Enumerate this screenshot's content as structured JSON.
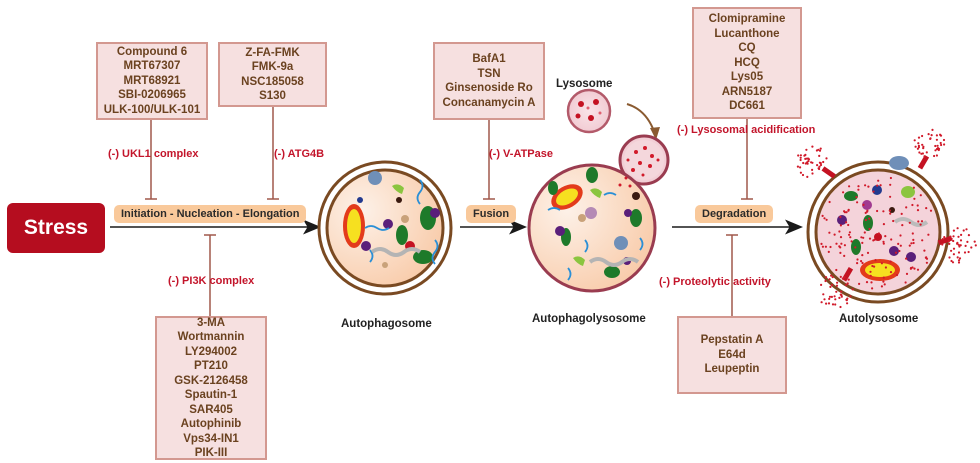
{
  "stress": {
    "label": "Stress"
  },
  "stages": {
    "initiation": "Initiation - Nucleation - Elongation",
    "fusion": "Fusion",
    "degradation": "Degradation"
  },
  "structures": {
    "autophagosome": "Autophagosome",
    "autophagolysosome": "Autophagolysosome",
    "autolysosome": "Autolysosome",
    "lysosome": "Lysosome"
  },
  "targets": {
    "ulk1": "(-) UKL1 complex",
    "atg4b": "(-) ATG4B",
    "pi3k": "(-) PI3K complex",
    "vatpase": "(-) V-ATPase",
    "acidification": "(-) Lysosomal acidification",
    "proteolytic": "(-) Proteolytic activity"
  },
  "inhibitors": {
    "ulk1": [
      "Compound 6",
      "MRT67307",
      "MRT68921",
      "SBI-0206965",
      "ULK-100/ULK-101"
    ],
    "atg4b": [
      "Z-FA-FMK",
      "FMK-9a",
      "NSC185058",
      "S130"
    ],
    "pi3k": [
      "3-MA",
      "Wortmannin",
      "LY294002",
      "PT210",
      "GSK-2126458",
      "Spautin-1",
      "SAR405",
      "Autophinib",
      "Vps34-IN1",
      "PIK-III"
    ],
    "vatpase": [
      "BafA1",
      "TSN",
      "Ginsenoside Ro",
      "Concanamycin A"
    ],
    "acidification": [
      "Clomipramine",
      "Lucanthone",
      "CQ",
      "HCQ",
      "Lys05",
      "ARN5187",
      "DC661"
    ],
    "proteolytic": [
      "Pepstatin A",
      "E64d",
      "Leupeptin"
    ]
  },
  "colors": {
    "stress": "#b50d1f",
    "inhibition_text": "#c3152b",
    "box_fill": "#f6e0e0",
    "box_border": "#d39890",
    "stage_fill": "#f9c99b",
    "membrane": "#7a4a22"
  }
}
